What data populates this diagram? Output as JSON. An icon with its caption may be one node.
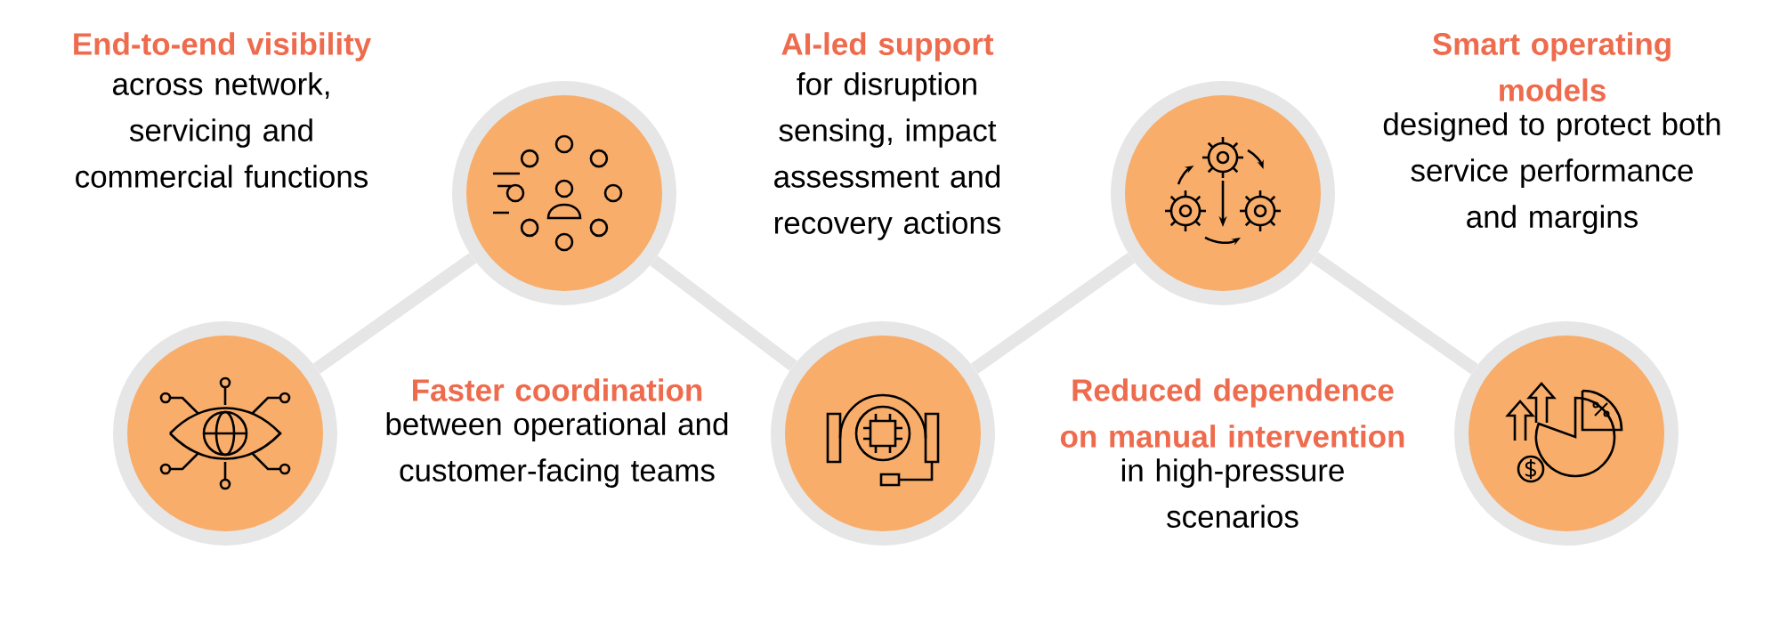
{
  "diagram": {
    "nodes": [
      {
        "text": [],
        "shape": "circle",
        "beside": [
          "End-to-end visibility",
          "across network, servicing and commercial functions"
        ]
      },
      {
        "text": [],
        "shape": "circle",
        "beside": [
          "Faster coordination",
          "between operational and customer-facing teams"
        ]
      },
      {
        "text": [],
        "shape": "circle",
        "beside": [
          "AI-led support",
          "for disruption sensing, impact assessment and recovery actions"
        ]
      },
      {
        "text": [],
        "shape": "circle",
        "beside": [
          "Reduced dependence on manual intervention",
          "in high-pressure scenarios"
        ]
      },
      {
        "text": [],
        "shape": "circle",
        "beside": [
          "Smart operating models",
          "designed to protect both service performance and margins"
        ]
      }
    ],
    "edges": [
      {
        "from": 0,
        "to": 1,
        "arrow": "none"
      },
      {
        "from": 1,
        "to": 2,
        "arrow": "none"
      },
      {
        "from": 2,
        "to": 3,
        "arrow": "none"
      },
      {
        "from": 3,
        "to": 4,
        "arrow": "none"
      }
    ]
  }
}
